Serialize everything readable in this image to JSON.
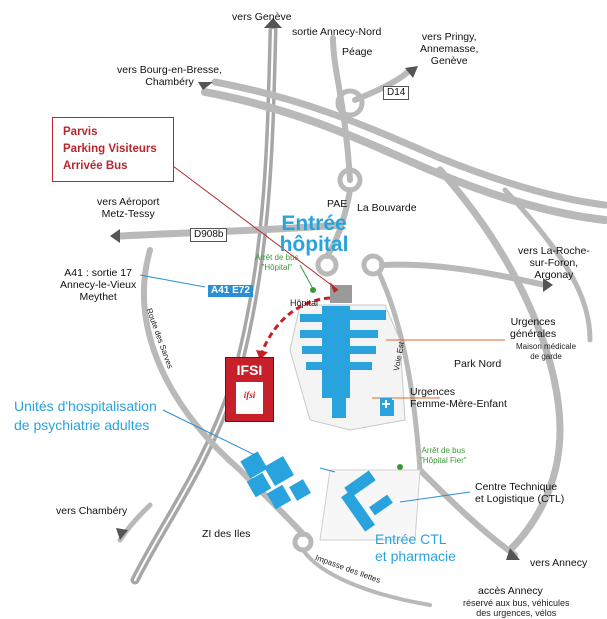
{
  "labels": {
    "vers_geneve": "vers Genève",
    "sortie_annecy_nord": "sortie Annecy-Nord",
    "peage": "Péage",
    "vers_pringy": "vers Pringy,\nAnnemasse,\nGenève",
    "vers_bourg": "vers Bourg-en-Bresse,\nChambéry",
    "d14": "D14",
    "parvis": "Parvis\nParking Visiteurs\nArrivée Bus",
    "pae": "PAE",
    "la_bouvarde": "La Bouvarde",
    "vers_aeroport": "vers Aéroport\nMetz-Tessy",
    "d908b": "D908b",
    "entree_hopital": "Entrée\nhôpital",
    "arret_bus_hopital": "Arrêt de bus\n\"Hôpital\"",
    "vers_la_roche": "vers La-Roche-\nsur-Foron,\nArgonay",
    "a41_sortie": "A41 : sortie 17\nAnnecy-le-Vieux\nMeythet",
    "a41_e72": "A41  E72",
    "hopital_marker": "Hôpital",
    "route_des_sarves": "Route des Sarves",
    "urgences_generales": "Urgences\ngénérales",
    "maison_medicale": "Maison médicale\nde garde",
    "park_nord": "Park Nord",
    "voie_est": "Voie Est",
    "ifsi": "IFSI",
    "ifsi_logo": "ifsi",
    "urgences_fme": "Urgences\nFemme-Mère-Enfant",
    "unites_psy": "Unités d'hospitalisation\nde psychiatrie adultes",
    "arret_bus_fier": "Arrêt de bus\n\"Hôpital Fier\"",
    "centre_technique": "Centre Technique\net Logistique (CTL)",
    "vers_chambery": "vers Chambéry",
    "zi_des_iles": "ZI des Iles",
    "entree_ctl": "Entrée CTL\net pharmacie",
    "impasse": "Impasse des Ilettes",
    "vers_annecy": "vers Annecy",
    "acces_annecy": "accès Annecy",
    "reserve": "réservé aux bus, véhicules\ndes urgences, vélos"
  },
  "colors": {
    "road": "#b9b9b9",
    "motorway": "#a7a7a7",
    "building": "#29a3dd",
    "accent_red": "#b5282e",
    "ifsi_red": "#c8202a",
    "bus_green": "#3a9a3a",
    "sign_blue": "#2a8fd4"
  }
}
